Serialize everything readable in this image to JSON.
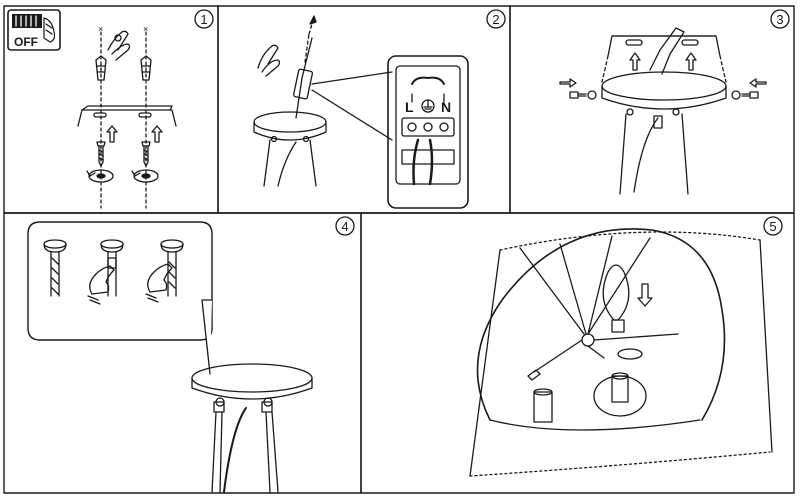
{
  "panels": [
    {
      "number": "1"
    },
    {
      "number": "2"
    },
    {
      "number": "3"
    },
    {
      "number": "4"
    },
    {
      "number": "5"
    }
  ],
  "switch_label": "OFF",
  "terminal_labels": {
    "left": "L",
    "right": "N"
  },
  "colors": {
    "ink": "#1a1a1a",
    "background": "#ffffff"
  }
}
